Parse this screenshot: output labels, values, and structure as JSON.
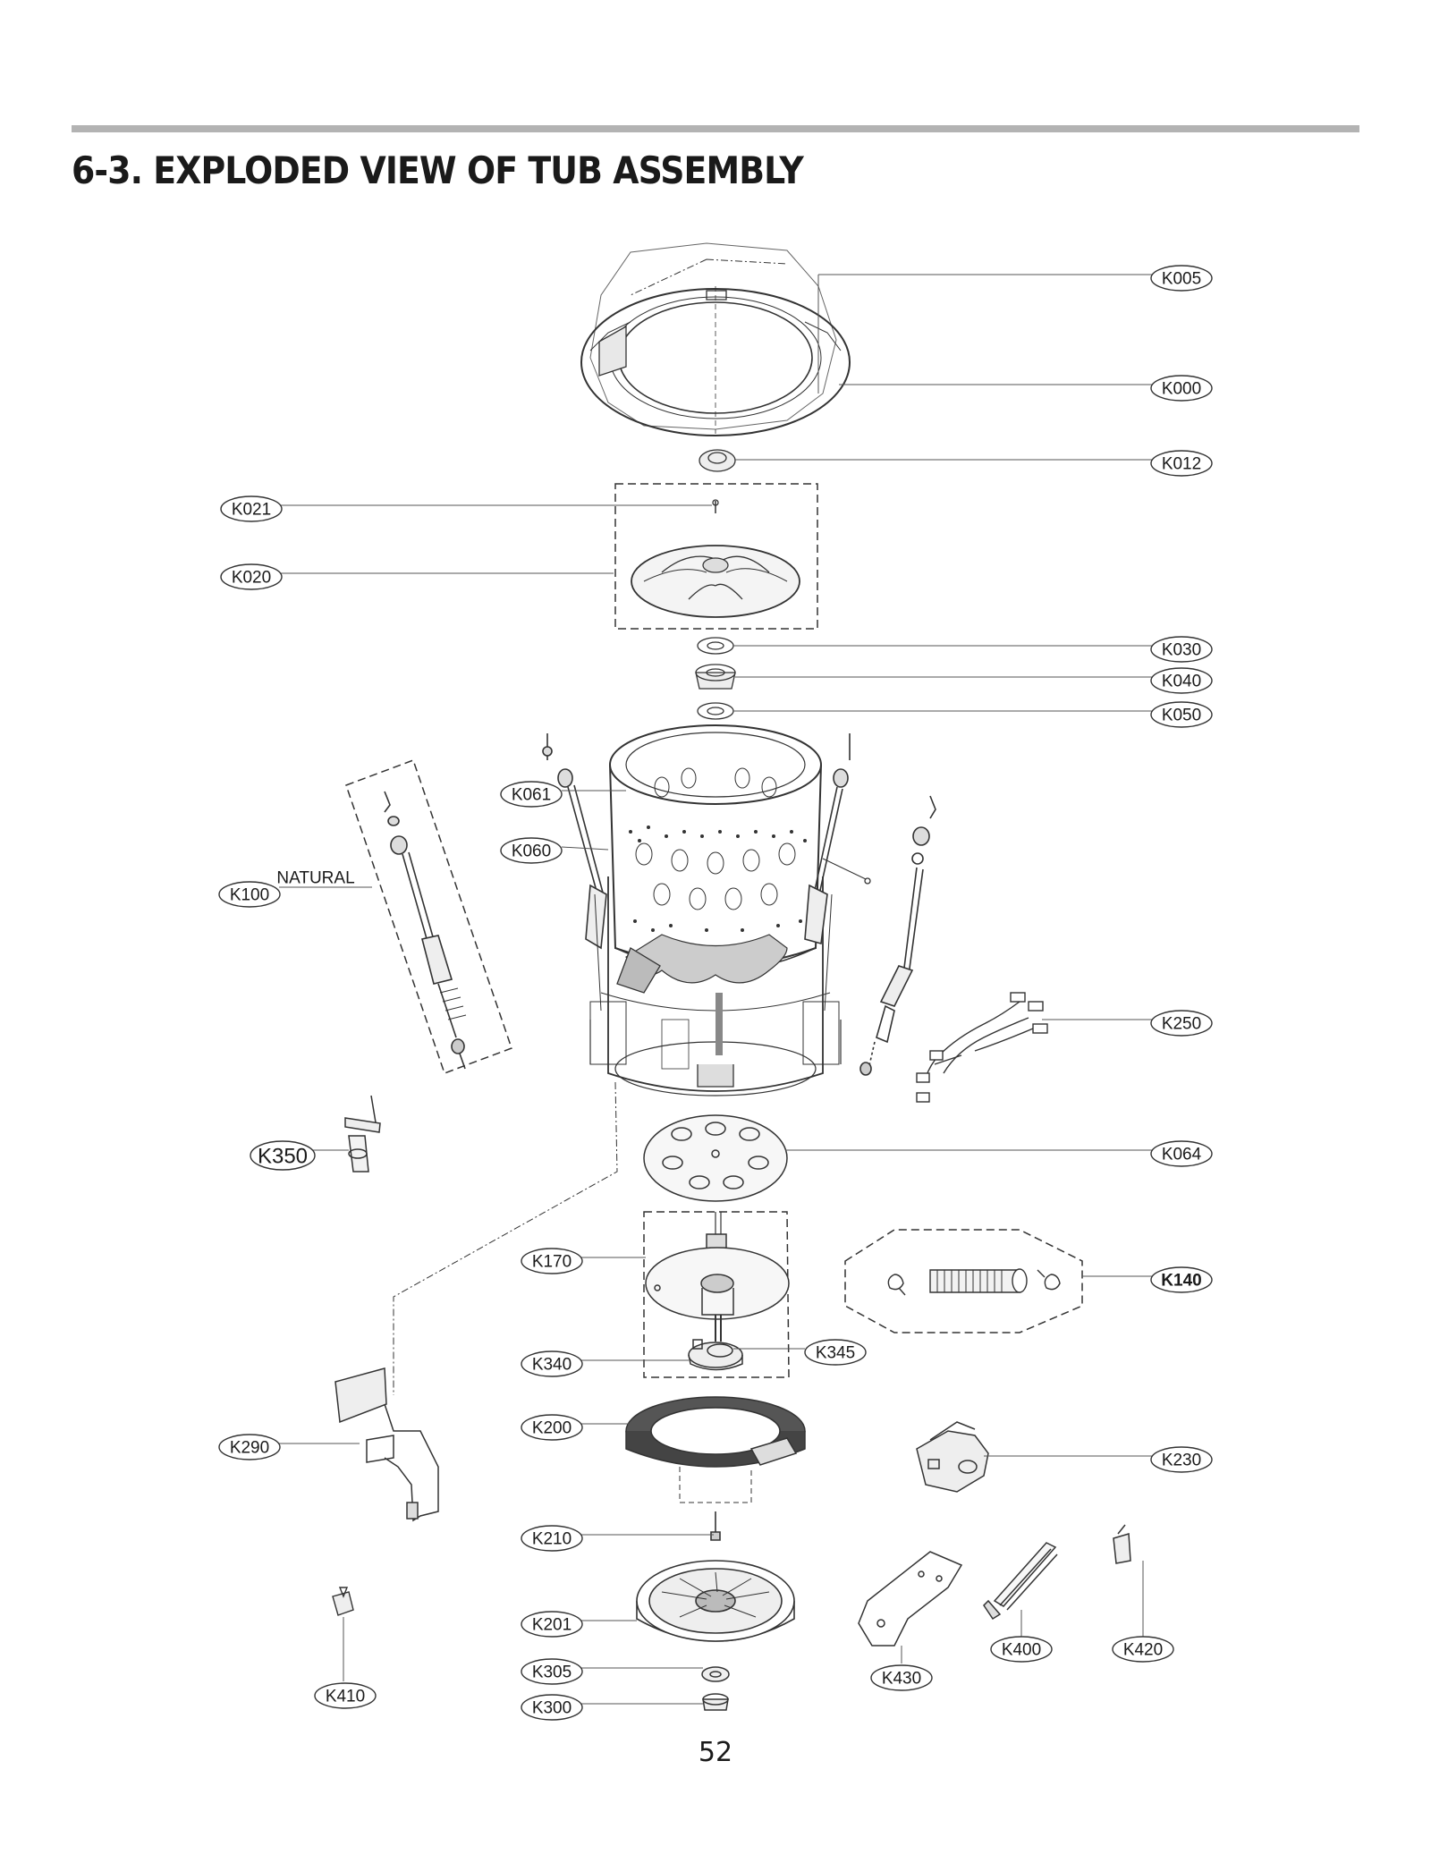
{
  "page": {
    "title": "6-3. EXPLODED VIEW OF TUB ASSEMBLY",
    "page_number": "52"
  },
  "labels": {
    "K005": "K005",
    "K000": "K000",
    "K012": "K012",
    "K021": "K021",
    "K020": "K020",
    "K030": "K030",
    "K040": "K040",
    "K050": "K050",
    "K061": "K061",
    "K060": "K060",
    "K100": "K100",
    "K250": "K250",
    "K350": "K350",
    "K064": "K064",
    "K170": "K170",
    "K140": "K140",
    "K340": "K340",
    "K345": "K345",
    "K200": "K200",
    "K290": "K290",
    "K230": "K230",
    "K210": "K210",
    "K201": "K201",
    "K305": "K305",
    "K300": "K300",
    "K410": "K410",
    "K430": "K430",
    "K400": "K400",
    "K420": "K420"
  },
  "annotations": {
    "natural": "NATURAL"
  }
}
